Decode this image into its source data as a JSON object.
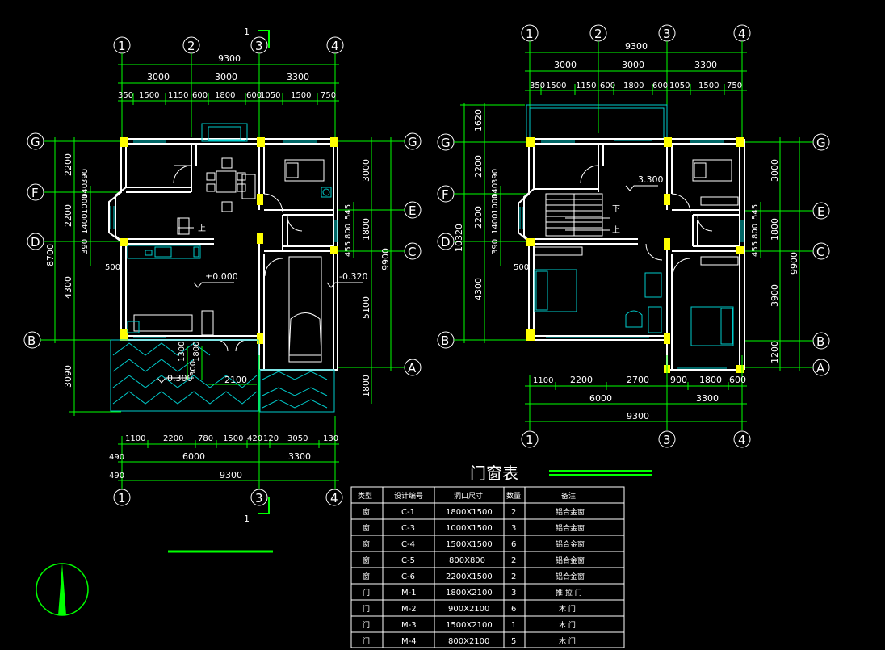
{
  "colors": {
    "background": "#000000",
    "dim_line": "#00ff00",
    "wall": "#ffffff",
    "column": "#ffff00",
    "window": "#00cccc",
    "furniture": "#00cccc",
    "axis_circle": "#ffffff"
  },
  "left_plan": {
    "section_mark_top": "1",
    "section_mark_bottom": "1",
    "top_axes": [
      "1",
      "2",
      "3",
      "4"
    ],
    "top_total": "9300",
    "top_mid": [
      "3000",
      "3000",
      "3300"
    ],
    "top_detail": [
      "350",
      "1500",
      "1150",
      "600",
      "1800",
      "600",
      "1050",
      "1500",
      "750"
    ],
    "left_axes": [
      "G",
      "F",
      "D",
      "B"
    ],
    "left_total": "8700",
    "left_dims": [
      "2200",
      "2200",
      "4300",
      "3090"
    ],
    "left_detail": [
      "390",
      "1400",
      "1000",
      "140",
      "390",
      "500"
    ],
    "right_axes": [
      "G",
      "E",
      "C",
      "A"
    ],
    "right_total": "9900",
    "right_dims": [
      "3000",
      "1800",
      "5100",
      "1800"
    ],
    "right_detail": [
      "545",
      "800",
      "455"
    ],
    "level_main": "±0.000",
    "level_garage": "-0.320",
    "level_terrace": "-0.300",
    "up_label": "上",
    "terrace_dims": [
      "1300",
      "1800",
      "300",
      "2100"
    ],
    "bottom_detail": [
      "1100",
      "2200",
      "780",
      "1500",
      "420",
      "120",
      "3050",
      "130"
    ],
    "bottom_mid": [
      "490",
      "6000",
      "3300"
    ],
    "bottom_total_left": "490",
    "bottom_total": "9300",
    "bottom_axes": [
      "1",
      "3",
      "4"
    ]
  },
  "right_plan": {
    "top_axes": [
      "1",
      "2",
      "3",
      "4"
    ],
    "top_total": "9300",
    "top_mid": [
      "3000",
      "3000",
      "3300"
    ],
    "top_detail": [
      "350",
      "1500",
      "1150",
      "600",
      "1800",
      "600",
      "1050",
      "1500",
      "750"
    ],
    "left_axes": [
      "G",
      "F",
      "D",
      "B"
    ],
    "left_total": "10320",
    "left_dims": [
      "1620",
      "2200",
      "2200",
      "4300"
    ],
    "left_detail": [
      "390",
      "1400",
      "1000",
      "140",
      "390",
      "500"
    ],
    "right_axes": [
      "G",
      "E",
      "C",
      "B",
      "A"
    ],
    "right_total": "9900",
    "right_dims": [
      "3000",
      "1800",
      "3900",
      "1200"
    ],
    "right_detail": [
      "545",
      "800",
      "455"
    ],
    "level_stair": "3.300",
    "down_label": "下",
    "up_label": "上",
    "bottom_detail": [
      "1100",
      "2200",
      "2700",
      "900",
      "1800",
      "600"
    ],
    "bottom_mid": [
      "6000",
      "3300"
    ],
    "bottom_total": "9300",
    "bottom_axes": [
      "1",
      "3",
      "4"
    ]
  },
  "schedule": {
    "title": "门窗表",
    "headers": [
      "类型",
      "设计编号",
      "洞口尺寸",
      "数量",
      "备注"
    ],
    "rows": [
      [
        "窗",
        "C-1",
        "1800X1500",
        "2",
        "铝合金窗"
      ],
      [
        "窗",
        "C-3",
        "1000X1500",
        "3",
        "铝合金窗"
      ],
      [
        "窗",
        "C-4",
        "1500X1500",
        "6",
        "铝合金窗"
      ],
      [
        "窗",
        "C-5",
        "800X800",
        "2",
        "铝合金窗"
      ],
      [
        "窗",
        "C-6",
        "2200X1500",
        "2",
        "铝合金窗"
      ],
      [
        "门",
        "M-1",
        "1800X2100",
        "3",
        "推 拉 门"
      ],
      [
        "门",
        "M-2",
        "900X2100",
        "6",
        "木  门"
      ],
      [
        "门",
        "M-3",
        "1500X2100",
        "1",
        "木  门"
      ],
      [
        "门",
        "M-4",
        "800X2100",
        "5",
        "木  门"
      ]
    ]
  }
}
